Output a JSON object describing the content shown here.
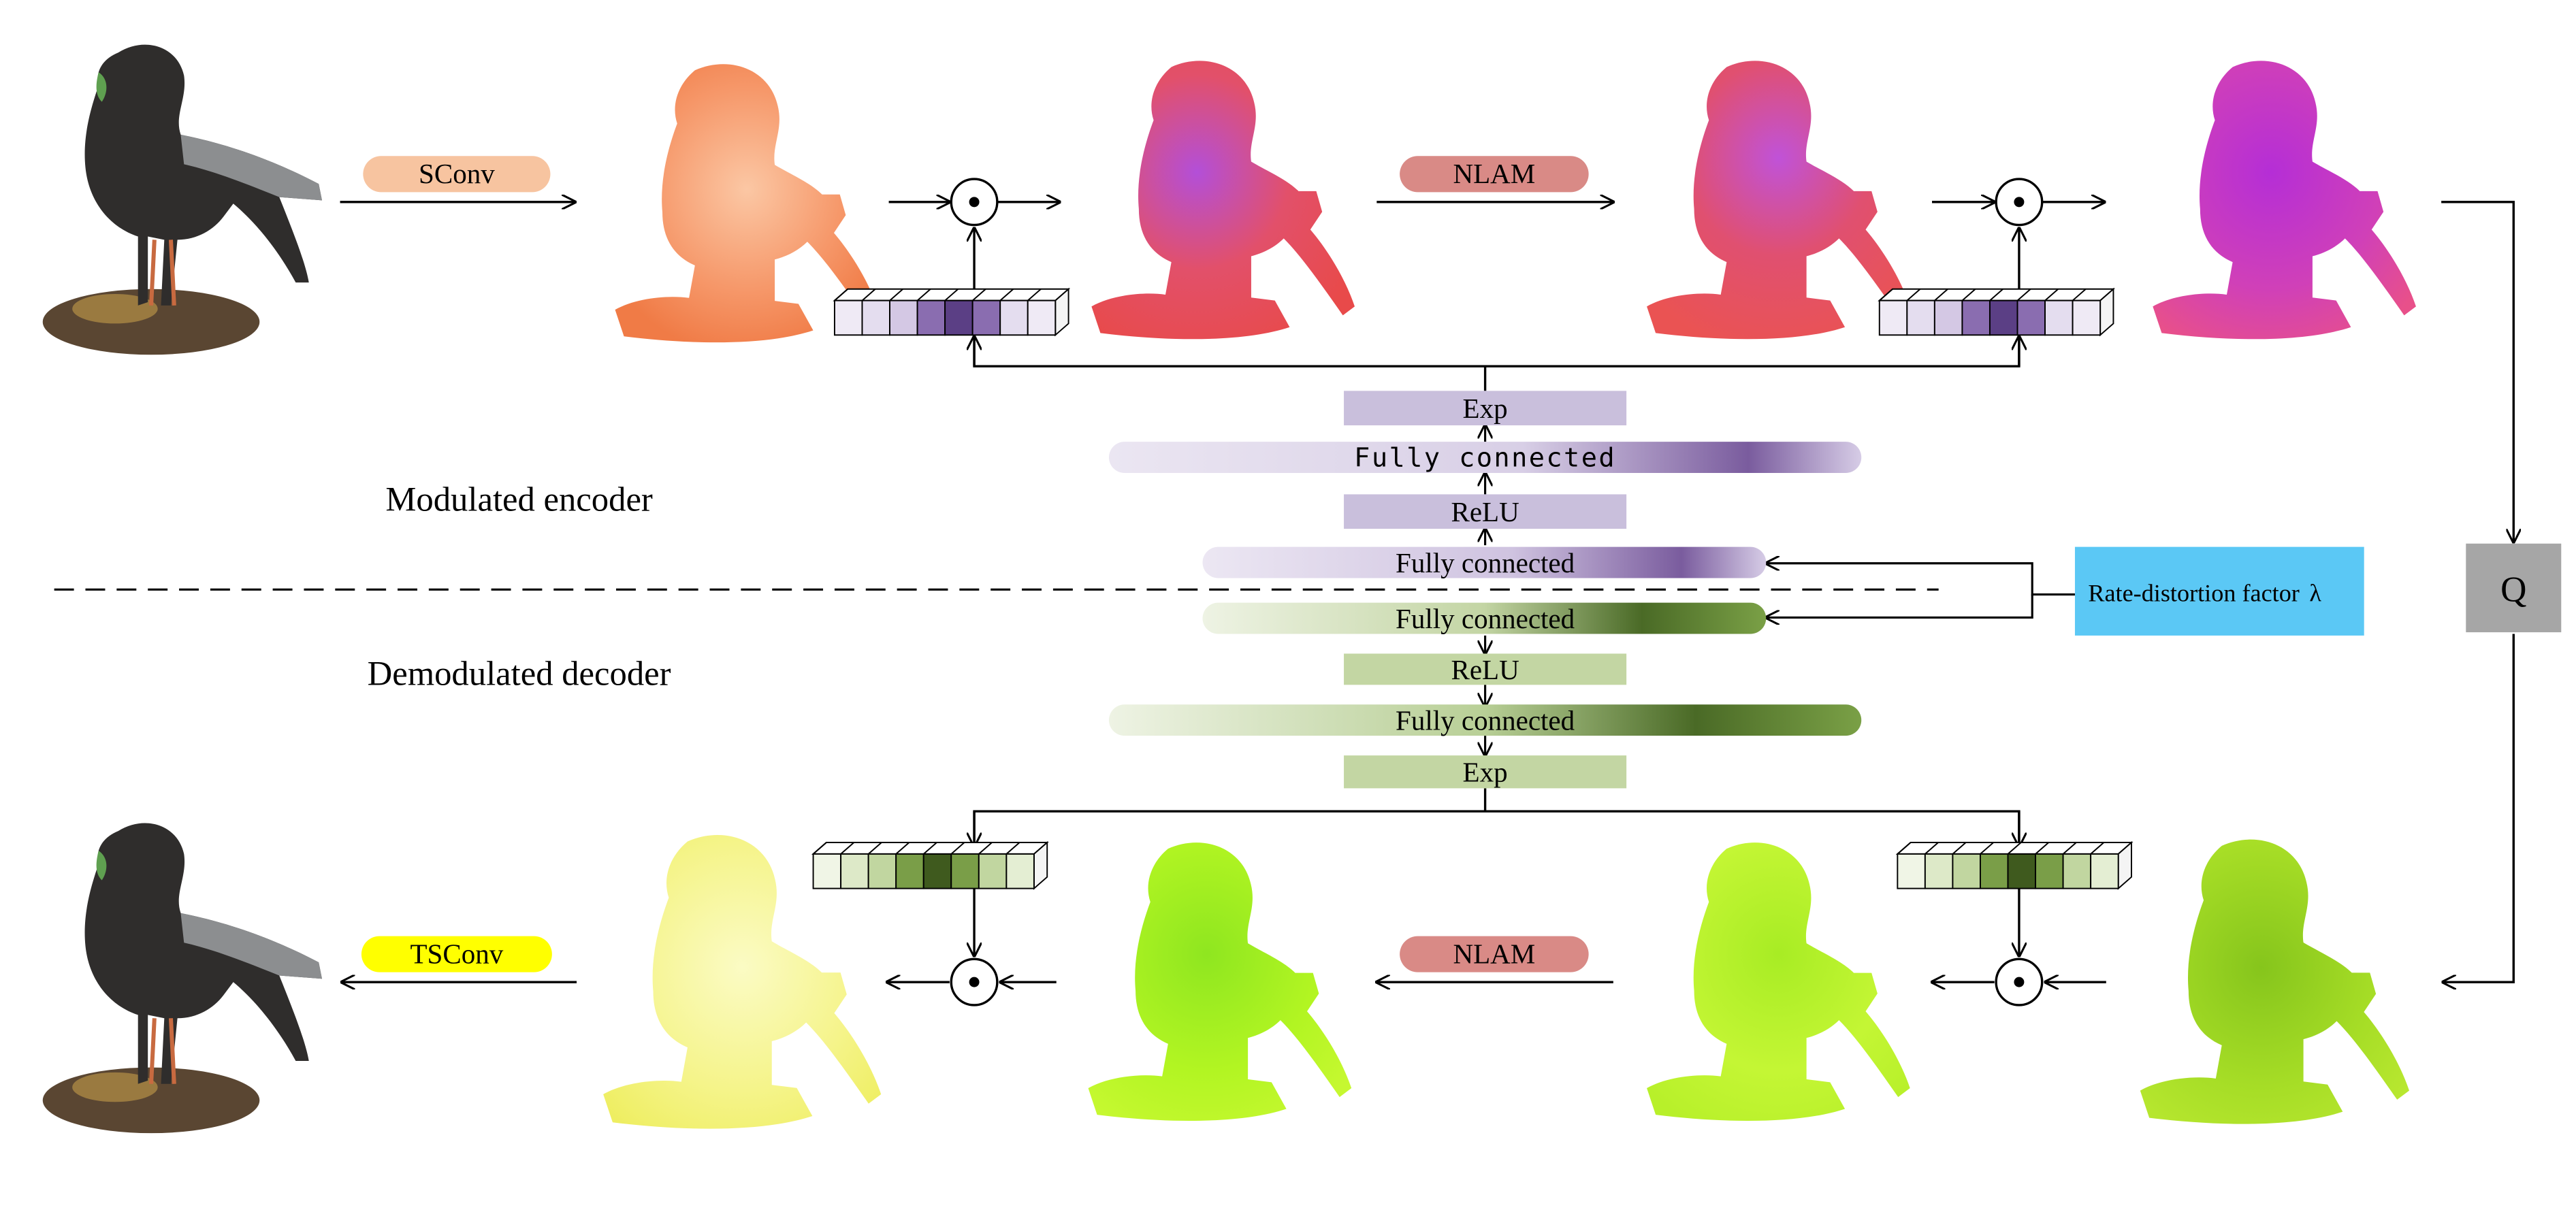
{
  "encoder_ops": {
    "sconv": "SConv",
    "nlam": "NLAM"
  },
  "decoder_ops": {
    "tsconv": "TSConv",
    "nlam": "NLAM"
  },
  "labels": {
    "modulated_encoder": "Modulated encoder",
    "demodulated_decoder": "Demodulated decoder",
    "rate_distortion": "Rate-distortion factor",
    "lambda": "λ",
    "quantizer": "Q",
    "multiply": "⊙"
  },
  "encoder_mlp": [
    "Exp",
    "Fully connected",
    "ReLU",
    "Fully connected"
  ],
  "decoder_mlp": [
    "Fully connected",
    "ReLU",
    "Fully connected",
    "Exp"
  ],
  "colors": {
    "sconv": "#f7c4a0",
    "nlam": "#d98a86",
    "tsconv": "#ffff00",
    "rate_box": "#5bc8f5",
    "q_box": "#a6a6a6",
    "enc_purple": "#7b5fa0",
    "dec_green": "#5a7f2e",
    "enc_map": "#f08e5c",
    "enc_map2": "#c84a9a",
    "dec_map": "#a8f020",
    "dec_map_pale": "#f3f27c"
  }
}
